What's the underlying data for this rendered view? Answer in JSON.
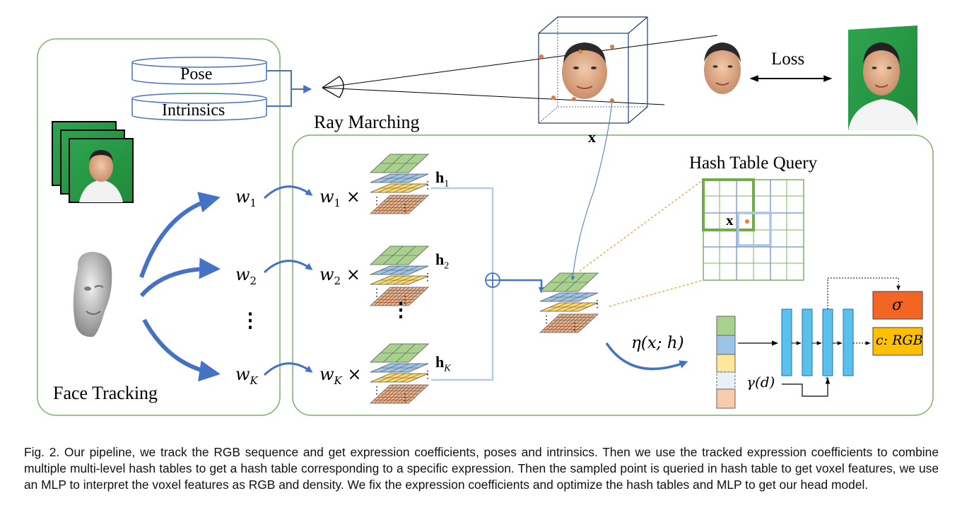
{
  "panels": {
    "face_tracking": "Face Tracking",
    "ray_marching": "Ray Marching",
    "hash_table_query": "Hash Table Query",
    "loss": "Loss"
  },
  "cameras": {
    "pose": "Pose",
    "intrinsics": "Intrinsics"
  },
  "coefficients": {
    "w1": {
      "base": "w",
      "sub": "1"
    },
    "w2": {
      "base": "w",
      "sub": "2"
    },
    "wK": {
      "base": "w",
      "sub": "K"
    },
    "dots": "⋮",
    "times": "×"
  },
  "hash_features": {
    "h1": {
      "base": "h",
      "sub": "1"
    },
    "h2": {
      "base": "h",
      "sub": "2"
    },
    "hK": {
      "base": "h",
      "sub": "K"
    },
    "dots": "⋮"
  },
  "sample_point": "x",
  "mlp": {
    "eta": "η(x; h)",
    "gamma": "γ(d)",
    "plus": "+",
    "sigma": "σ",
    "rgb": "c: RGB"
  },
  "colors": {
    "frame_green": "#7fb069",
    "arrow_blue": "#4472c4",
    "hash_green": "#a9d18e",
    "hash_blue": "#9dc3e6",
    "hash_yellow": "#ffd966",
    "hash_orange": "#f4b183",
    "mlp_blue": "#5bc0eb",
    "sigma_orange": "#f26522",
    "rgb_yellow": "#ffc000"
  },
  "caption": "Fig. 2.  Our pipeline, we track the RGB sequence and get expression coefficients, poses and intrinsics. Then we use the tracked expression coefficients to combine multiple multi-level hash tables to get a hash table corresponding to a specific expression. Then the sampled point is queried in hash table to get voxel features, we use an MLP to interpret the voxel features as RGB and density. We fix the expression coefficients and optimize the hash tables and MLP to get our head model."
}
